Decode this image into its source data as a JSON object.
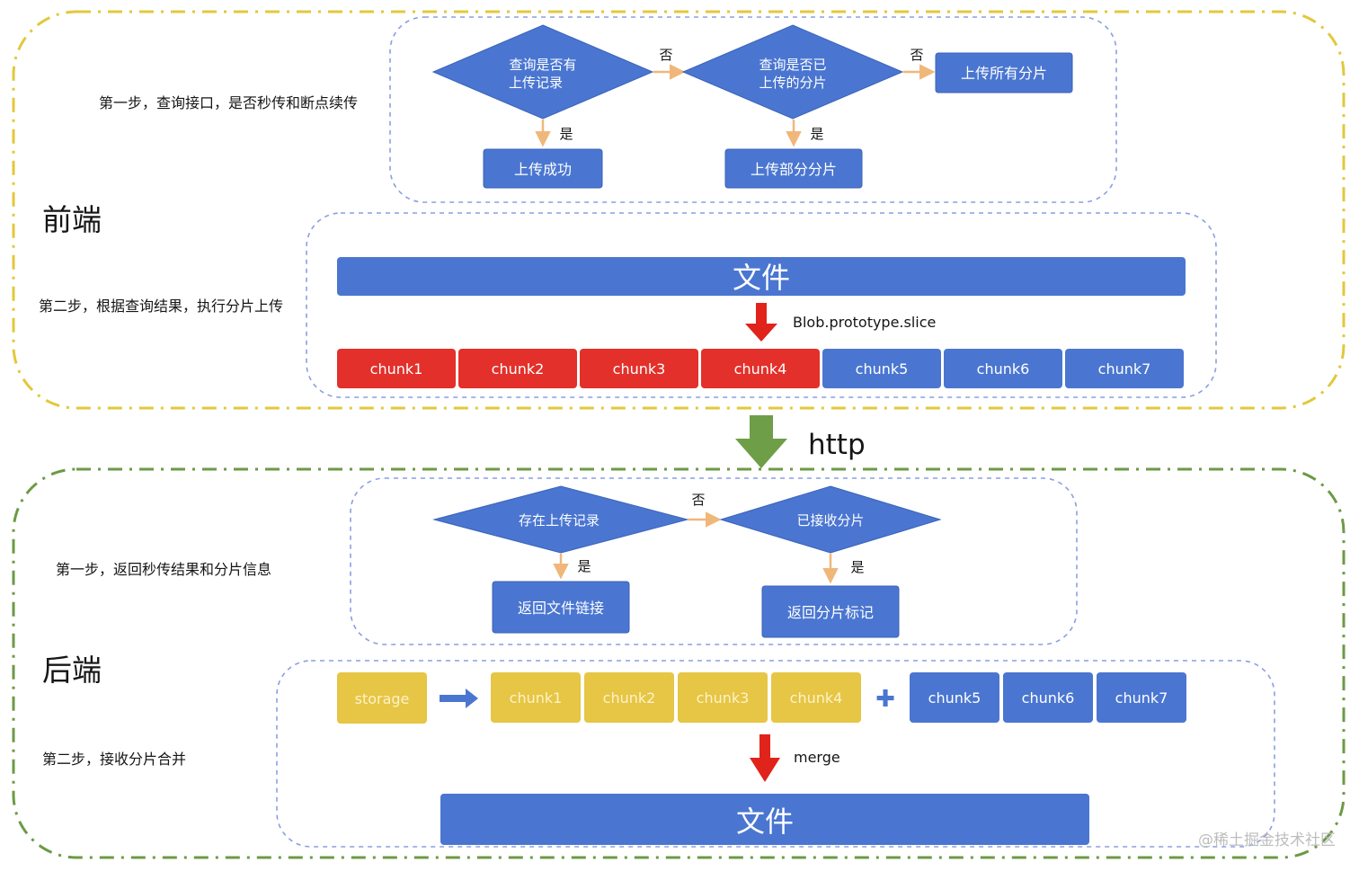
{
  "colors": {
    "blue": "#4a76d1",
    "blue_border": "#3a63b9",
    "red": "#e3302a",
    "yellow": "#e7c545",
    "yellow_text": "#fdf3c8",
    "arrow_orange": "#f0b77a",
    "arrow_red": "#e0231b",
    "arrow_green": "#6e9e47",
    "frontend_dash": "#e2c83c",
    "backend_dash": "#6c9a45",
    "inner_dash": "#8a9fe2",
    "text_dark": "#151515",
    "white": "#ffffff"
  },
  "frontend": {
    "section_label": "前端",
    "step1_label": "第一步，查询接口，是否秒传和断点续传",
    "step2_label": "第二步，根据查询结果，执行分片上传",
    "decision1": [
      "查询是否有",
      "上传记录"
    ],
    "decision2": [
      "查询是否已",
      "上传的分片"
    ],
    "no_label_1": "否",
    "no_label_2": "否",
    "yes_label_1": "是",
    "yes_label_2": "是",
    "box_upload_all": "上传所有分片",
    "box_upload_success": "上传成功",
    "box_upload_partial": "上传部分分片",
    "file_label": "文件",
    "slice_label": "Blob.prototype.slice",
    "chunks": [
      {
        "label": "chunk1",
        "state": "uploaded"
      },
      {
        "label": "chunk2",
        "state": "uploaded"
      },
      {
        "label": "chunk3",
        "state": "uploaded"
      },
      {
        "label": "chunk4",
        "state": "uploaded"
      },
      {
        "label": "chunk5",
        "state": "pending"
      },
      {
        "label": "chunk6",
        "state": "pending"
      },
      {
        "label": "chunk7",
        "state": "pending"
      }
    ]
  },
  "transfer": {
    "label": "http"
  },
  "backend": {
    "section_label": "后端",
    "step1_label": "第一步，返回秒传结果和分片信息",
    "step2_label": "第二步，接收分片合并",
    "decision1": "存在上传记录",
    "decision2": "已接收分片",
    "no_label": "否",
    "yes_label_1": "是",
    "yes_label_2": "是",
    "box_return_link": "返回文件链接",
    "box_return_marks": "返回分片标记",
    "storage_label": "storage",
    "plus_symbol": "✚",
    "stored_chunks": [
      "chunk1",
      "chunk2",
      "chunk3",
      "chunk4"
    ],
    "new_chunks": [
      "chunk5",
      "chunk6",
      "chunk7"
    ],
    "merge_label": "merge",
    "file_label": "文件"
  },
  "watermark": "@稀土掘金技术社区"
}
